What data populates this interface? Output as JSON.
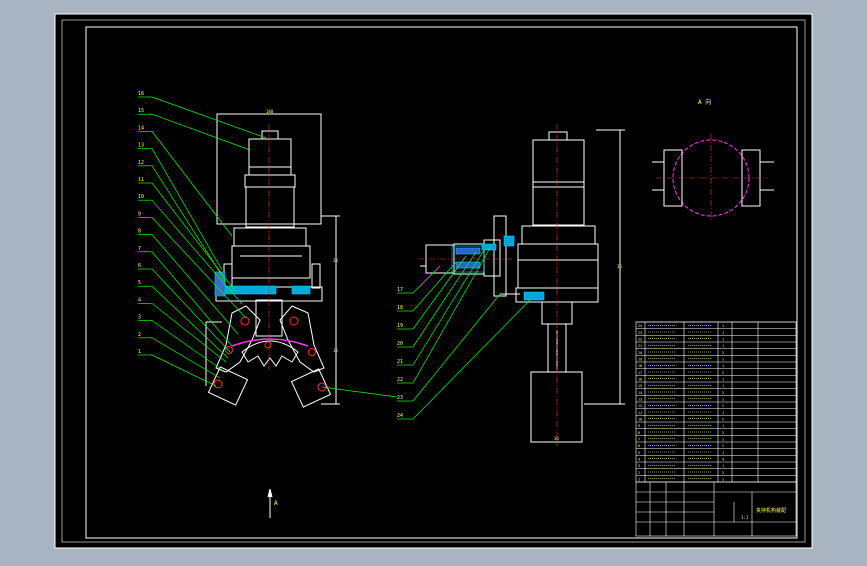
{
  "viewport": {
    "background": "#a9b4c2",
    "paper_color": "#000000",
    "frame_color": "#ffffff"
  },
  "colors": {
    "part_white": "#ffffff",
    "leader_green": "#00ff00",
    "section_cyan": "#00c8ff",
    "center_red": "#ff3030",
    "circle_magenta": "#ff33ff",
    "hatch_blue": "#4a7bff",
    "text_yellow": "#ffff66"
  },
  "drawing": {
    "view_label": "A 向",
    "section_mark": "A",
    "dimension_top": "180",
    "dimension_right_main": "30",
    "dimension_right_lower": "16",
    "dimension_side_height": "36",
    "dimension_side_bottom": "30"
  },
  "balloons_front": [
    "16",
    "15",
    "14",
    "13",
    "12",
    "11",
    "10",
    "9",
    "8",
    "7",
    "6",
    "5",
    "4",
    "3",
    "2",
    "1"
  ],
  "balloons_side": [
    "17",
    "18",
    "19",
    "20",
    "21",
    "22",
    "23",
    "24"
  ],
  "parts_list": {
    "rows": [
      {
        "no": "24",
        "code": "",
        "name": "",
        "qty": "1",
        "mat": ""
      },
      {
        "no": "23",
        "code": "",
        "name": "",
        "qty": "1",
        "mat": ""
      },
      {
        "no": "22",
        "code": "",
        "name": "",
        "qty": "1",
        "mat": ""
      },
      {
        "no": "21",
        "code": "",
        "name": "",
        "qty": "1",
        "mat": ""
      },
      {
        "no": "20",
        "code": "",
        "name": "",
        "qty": "2",
        "mat": ""
      },
      {
        "no": "19",
        "code": "",
        "name": "",
        "qty": "1",
        "mat": ""
      },
      {
        "no": "18",
        "code": "",
        "name": "",
        "qty": "1",
        "mat": ""
      },
      {
        "no": "17",
        "code": "",
        "name": "",
        "qty": "2",
        "mat": ""
      },
      {
        "no": "16",
        "code": "",
        "name": "",
        "qty": "1",
        "mat": ""
      },
      {
        "no": "15",
        "code": "",
        "name": "",
        "qty": "1",
        "mat": ""
      },
      {
        "no": "14",
        "code": "",
        "name": "",
        "qty": "2",
        "mat": ""
      },
      {
        "no": "13",
        "code": "",
        "name": "",
        "qty": "1",
        "mat": ""
      },
      {
        "no": "12",
        "code": "",
        "name": "",
        "qty": "2",
        "mat": ""
      },
      {
        "no": "11",
        "code": "",
        "name": "",
        "qty": "1",
        "mat": ""
      },
      {
        "no": "10",
        "code": "",
        "name": "",
        "qty": "2",
        "mat": ""
      },
      {
        "no": "9",
        "code": "",
        "name": "",
        "qty": "1",
        "mat": ""
      },
      {
        "no": "8",
        "code": "",
        "name": "",
        "qty": "2",
        "mat": ""
      },
      {
        "no": "7",
        "code": "",
        "name": "",
        "qty": "1",
        "mat": ""
      },
      {
        "no": "6",
        "code": "",
        "name": "",
        "qty": "2",
        "mat": ""
      },
      {
        "no": "5",
        "code": "",
        "name": "",
        "qty": "1",
        "mat": ""
      },
      {
        "no": "4",
        "code": "",
        "name": "",
        "qty": "4",
        "mat": ""
      },
      {
        "no": "3",
        "code": "",
        "name": "",
        "qty": "1",
        "mat": ""
      },
      {
        "no": "2",
        "code": "",
        "name": "",
        "qty": "2",
        "mat": ""
      },
      {
        "no": "1",
        "code": "",
        "name": "",
        "qty": "1",
        "mat": ""
      }
    ]
  },
  "title_block": {
    "drawing_title": "夹持机构装配",
    "scale": "1:1"
  }
}
